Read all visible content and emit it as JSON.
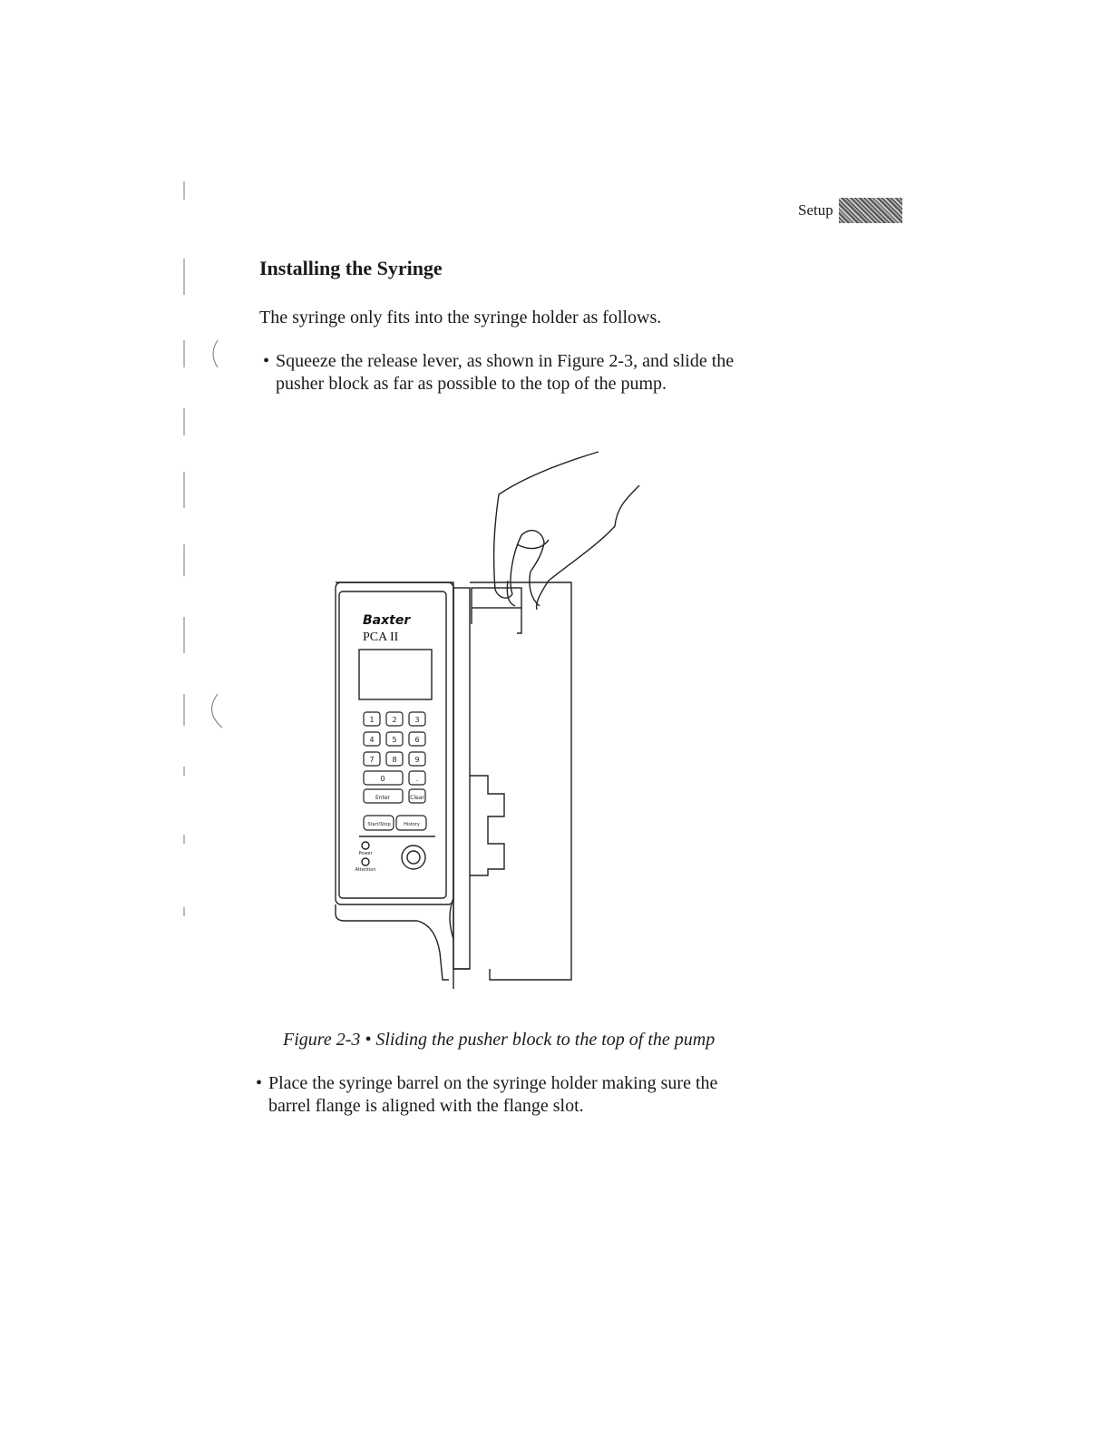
{
  "header": {
    "section_label": "Setup"
  },
  "title": "Installing the Syringe",
  "intro": "The syringe only fits into the syringe holder as follows.",
  "bullets": [
    {
      "line1": "Squeeze the release lever, as shown in Figure 2-3, and slide the",
      "line2": "pusher block as far as possible to the top of the pump."
    },
    {
      "line1": "Place the syringe barrel on the syringe holder making sure the",
      "line2": "barrel flange is aligned with the flange slot."
    }
  ],
  "figure": {
    "brand": "Baxter",
    "model": "PCA II",
    "keys": [
      "1",
      "2",
      "3",
      "4",
      "5",
      "6",
      "7",
      "8",
      "9",
      "0",
      "."
    ],
    "enter_key": "Enter",
    "clear_key": "Clear",
    "start_stop_key": "Start/Stop",
    "history_key": "History",
    "power_label": "Power",
    "attention_label": "Attention",
    "caption": "Figure 2-3 • Sliding the pusher block to the top of the pump"
  }
}
